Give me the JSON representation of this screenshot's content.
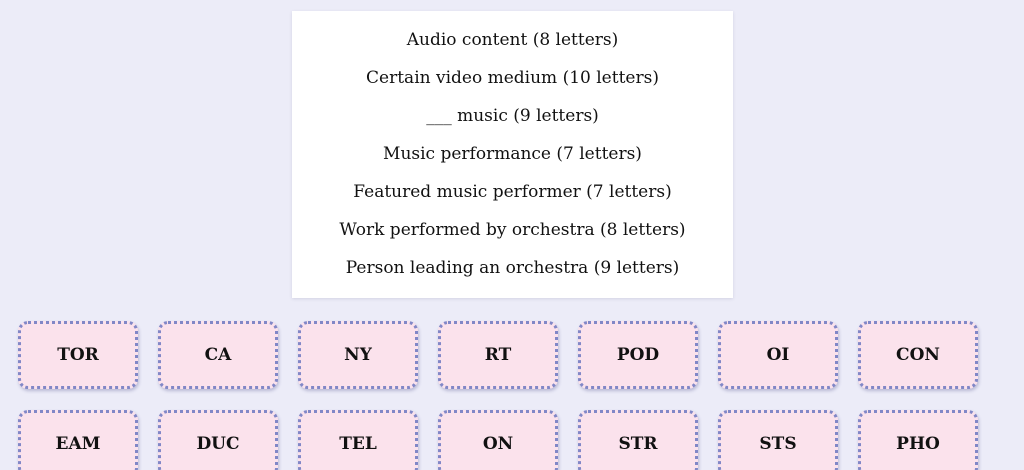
{
  "clue_card": {
    "clues": [
      "Audio content (8 letters)",
      "Certain video medium (10 letters)",
      "___ music (9 letters)",
      "Music performance (7 letters)",
      "Featured music performer (7 letters)",
      "Work performed by orchestra (8 letters)",
      "Person leading an orchestra (9 letters)"
    ]
  },
  "tiles": {
    "row1": [
      "TOR",
      "CA",
      "NY",
      "RT",
      "POD",
      "OI",
      "CON"
    ],
    "row2": [
      "EAM",
      "DUC",
      "TEL",
      "ON",
      "STR",
      "STS",
      "PHO"
    ]
  },
  "colors": {
    "page_background": "#ececf8",
    "card_background": "#ffffff",
    "tile_background": "#fbe2ec",
    "tile_border": "#8187c7",
    "text": "#111111"
  }
}
